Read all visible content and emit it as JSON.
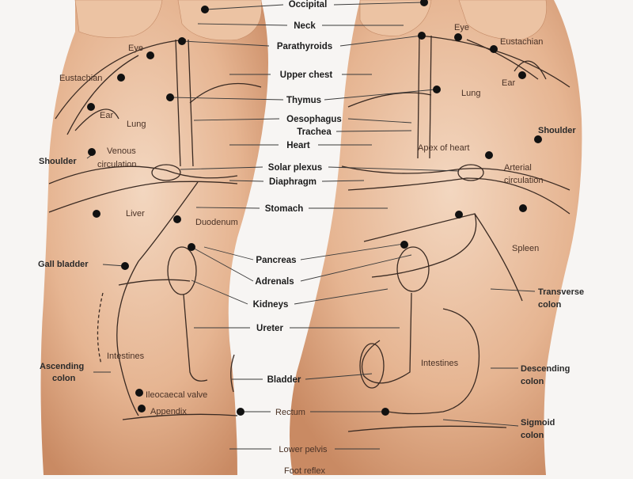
{
  "center_labels": {
    "occipital": "Occipital",
    "neck": "Neck",
    "parathyroids": "Parathyroids",
    "upper_chest": "Upper chest",
    "thymus": "Thymus",
    "oesophagus": "Oesophagus",
    "trachea": "Trachea",
    "heart": "Heart",
    "solar_plexus": "Solar plexus",
    "diaphragm": "Diaphragm",
    "stomach": "Stomach",
    "pancreas": "Pancreas",
    "adrenals": "Adrenals",
    "kidneys": "Kidneys",
    "ureter": "Ureter",
    "bladder": "Bladder",
    "rectum": "Rectum",
    "lower_pelvis": "Lower pelvis",
    "foot_reflex": "Foot reflex"
  },
  "left_foot": {
    "eye": "Eye",
    "eustachian": "Eustachian",
    "ear": "Ear",
    "lung": "Lung",
    "shoulder": "Shoulder",
    "venous_1": "Venous",
    "venous_2": "circulation",
    "liver": "Liver",
    "duodenum": "Duodenum",
    "gall_bladder": "Gall bladder",
    "intestines": "Intestines",
    "ascending_1": "Ascending",
    "ascending_2": "colon",
    "ileocaecal": "Ileocaecal valve",
    "appendix": "Appendix"
  },
  "right_foot": {
    "eye": "Eye",
    "eustachian": "Eustachian",
    "ear": "Ear",
    "lung": "Lung",
    "shoulder": "Shoulder",
    "apex": "Apex of heart",
    "arterial_1": "Arterial",
    "arterial_2": "circulation",
    "spleen": "Spleen",
    "transverse_1": "Transverse",
    "transverse_2": "colon",
    "intestines": "Intestines",
    "descending_1": "Descending",
    "descending_2": "colon",
    "sigmoid_1": "Sigmoid",
    "sigmoid_2": "colon"
  },
  "colors": {
    "skin_light": "#f1d2b8",
    "skin_mid": "#e2ad87",
    "skin_dark": "#c98a63",
    "line": "#3a2a22",
    "dot": "#111111",
    "background": "#f7f5f3"
  }
}
